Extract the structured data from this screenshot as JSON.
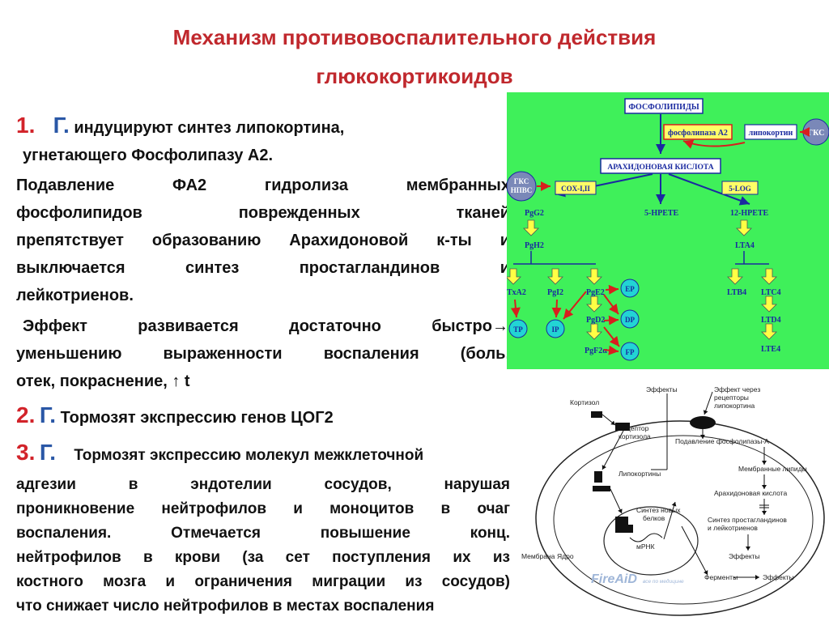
{
  "slide": {
    "title_line1": "Механизм противовоспалительного действия",
    "title_line2": "глюкокортикоидов",
    "p1_num": "1.",
    "p1_g": "Г.",
    "p1_line1": "индуцируют синтез липокортина,",
    "p1_line2": "угнетающего Фосфолипазу А2.",
    "p1_body": [
      "Подавление ФА2 гидролиза мембранных",
      "фосфолипидов поврежденных тканей",
      "препятствует образованию Арахидоновой к-ты и",
      "выключается синтез простагландинов и",
      "лейкотриенов."
    ],
    "p1_effect": [
      "Эффект развивается достаточно быстро→",
      "уменьшению выраженности воспаления (боль,",
      "отек, покраснение, ↑ t"
    ],
    "p2_num": "2.",
    "p2_g": "Г.",
    "p2_text": "Тормозят экспрессию генов ЦОГ2",
    "p3_num": "3.",
    "p3_g": "Г.",
    "p3_first": "Тормозят экспрессию молекул межклеточной",
    "p3_body": [
      "адгезии в эндотелии сосудов, нарушая",
      "проникновение нейтрофилов и моноцитов в очаг",
      "воспаления. Отмечается повышение конц.",
      "нейтрофилов в крови (за сет поступления их из",
      "костного мозга и ограничения миграции из сосудов)",
      "что снижает число нейтрофилов в местах воспаления"
    ]
  },
  "diagram1": {
    "background": "#3ff05a",
    "phospholipids": "ФОСФОЛИПИДЫ",
    "pla2": "фосфолипаза A2",
    "lipocortin": "липокортин",
    "gks": "ГКС",
    "arachidonic": "АРАХИДОНОВАЯ КИСЛОТА",
    "gks_nsaid_1": "ГКС",
    "gks_nsaid_2": "НПВС",
    "cox": "COX-I,II",
    "log5": "5-LOG",
    "pgg2": "PgG2",
    "hpete5": "5-HPETE",
    "hpete12": "12-HPETE",
    "pgh2": "PgH2",
    "lta4": "LTA4",
    "txa2": "TxA2",
    "pgi2": "PgI2",
    "pge2": "PgE2",
    "pgd2": "PgD2",
    "pgf2a": "PgF2α",
    "ltb4": "LTB4",
    "ltc4": "LTC4",
    "ltd4": "LTD4",
    "lte4": "LTE4",
    "ep": "EP",
    "dp": "DP",
    "fp": "FP",
    "tp": "TP",
    "ip": "IP"
  },
  "diagram2": {
    "cortisol": "Кортизол",
    "effects_top": "Эффекты",
    "effect_via_1": "Эффект через",
    "effect_via_2": "рецепторы",
    "effect_via_3": "липокортина",
    "receptor_1": "Рецептор",
    "receptor_2": "кортизола",
    "pla_suppress": "Подавление фосфолипазы-А",
    "membrane_lipids": "Мембранные липиды",
    "lipocortins": "Липокортины",
    "arach_acid": "Арахидоновая кислота",
    "synth_1": "Синтез новых",
    "synth_2": "белков",
    "pg_synth_1": "Синтез простагландинов",
    "pg_synth_2": "и лейкотриенов",
    "mrna": "мРНК",
    "membrane": "Мембрана",
    "nucleus": "Ядро",
    "effects_mid": "Эффекты",
    "enzymes": "Ферменты",
    "effects_bottom": "Эффекты",
    "watermark_logo": "FireAiD",
    "watermark_sub": "все по медицине"
  }
}
